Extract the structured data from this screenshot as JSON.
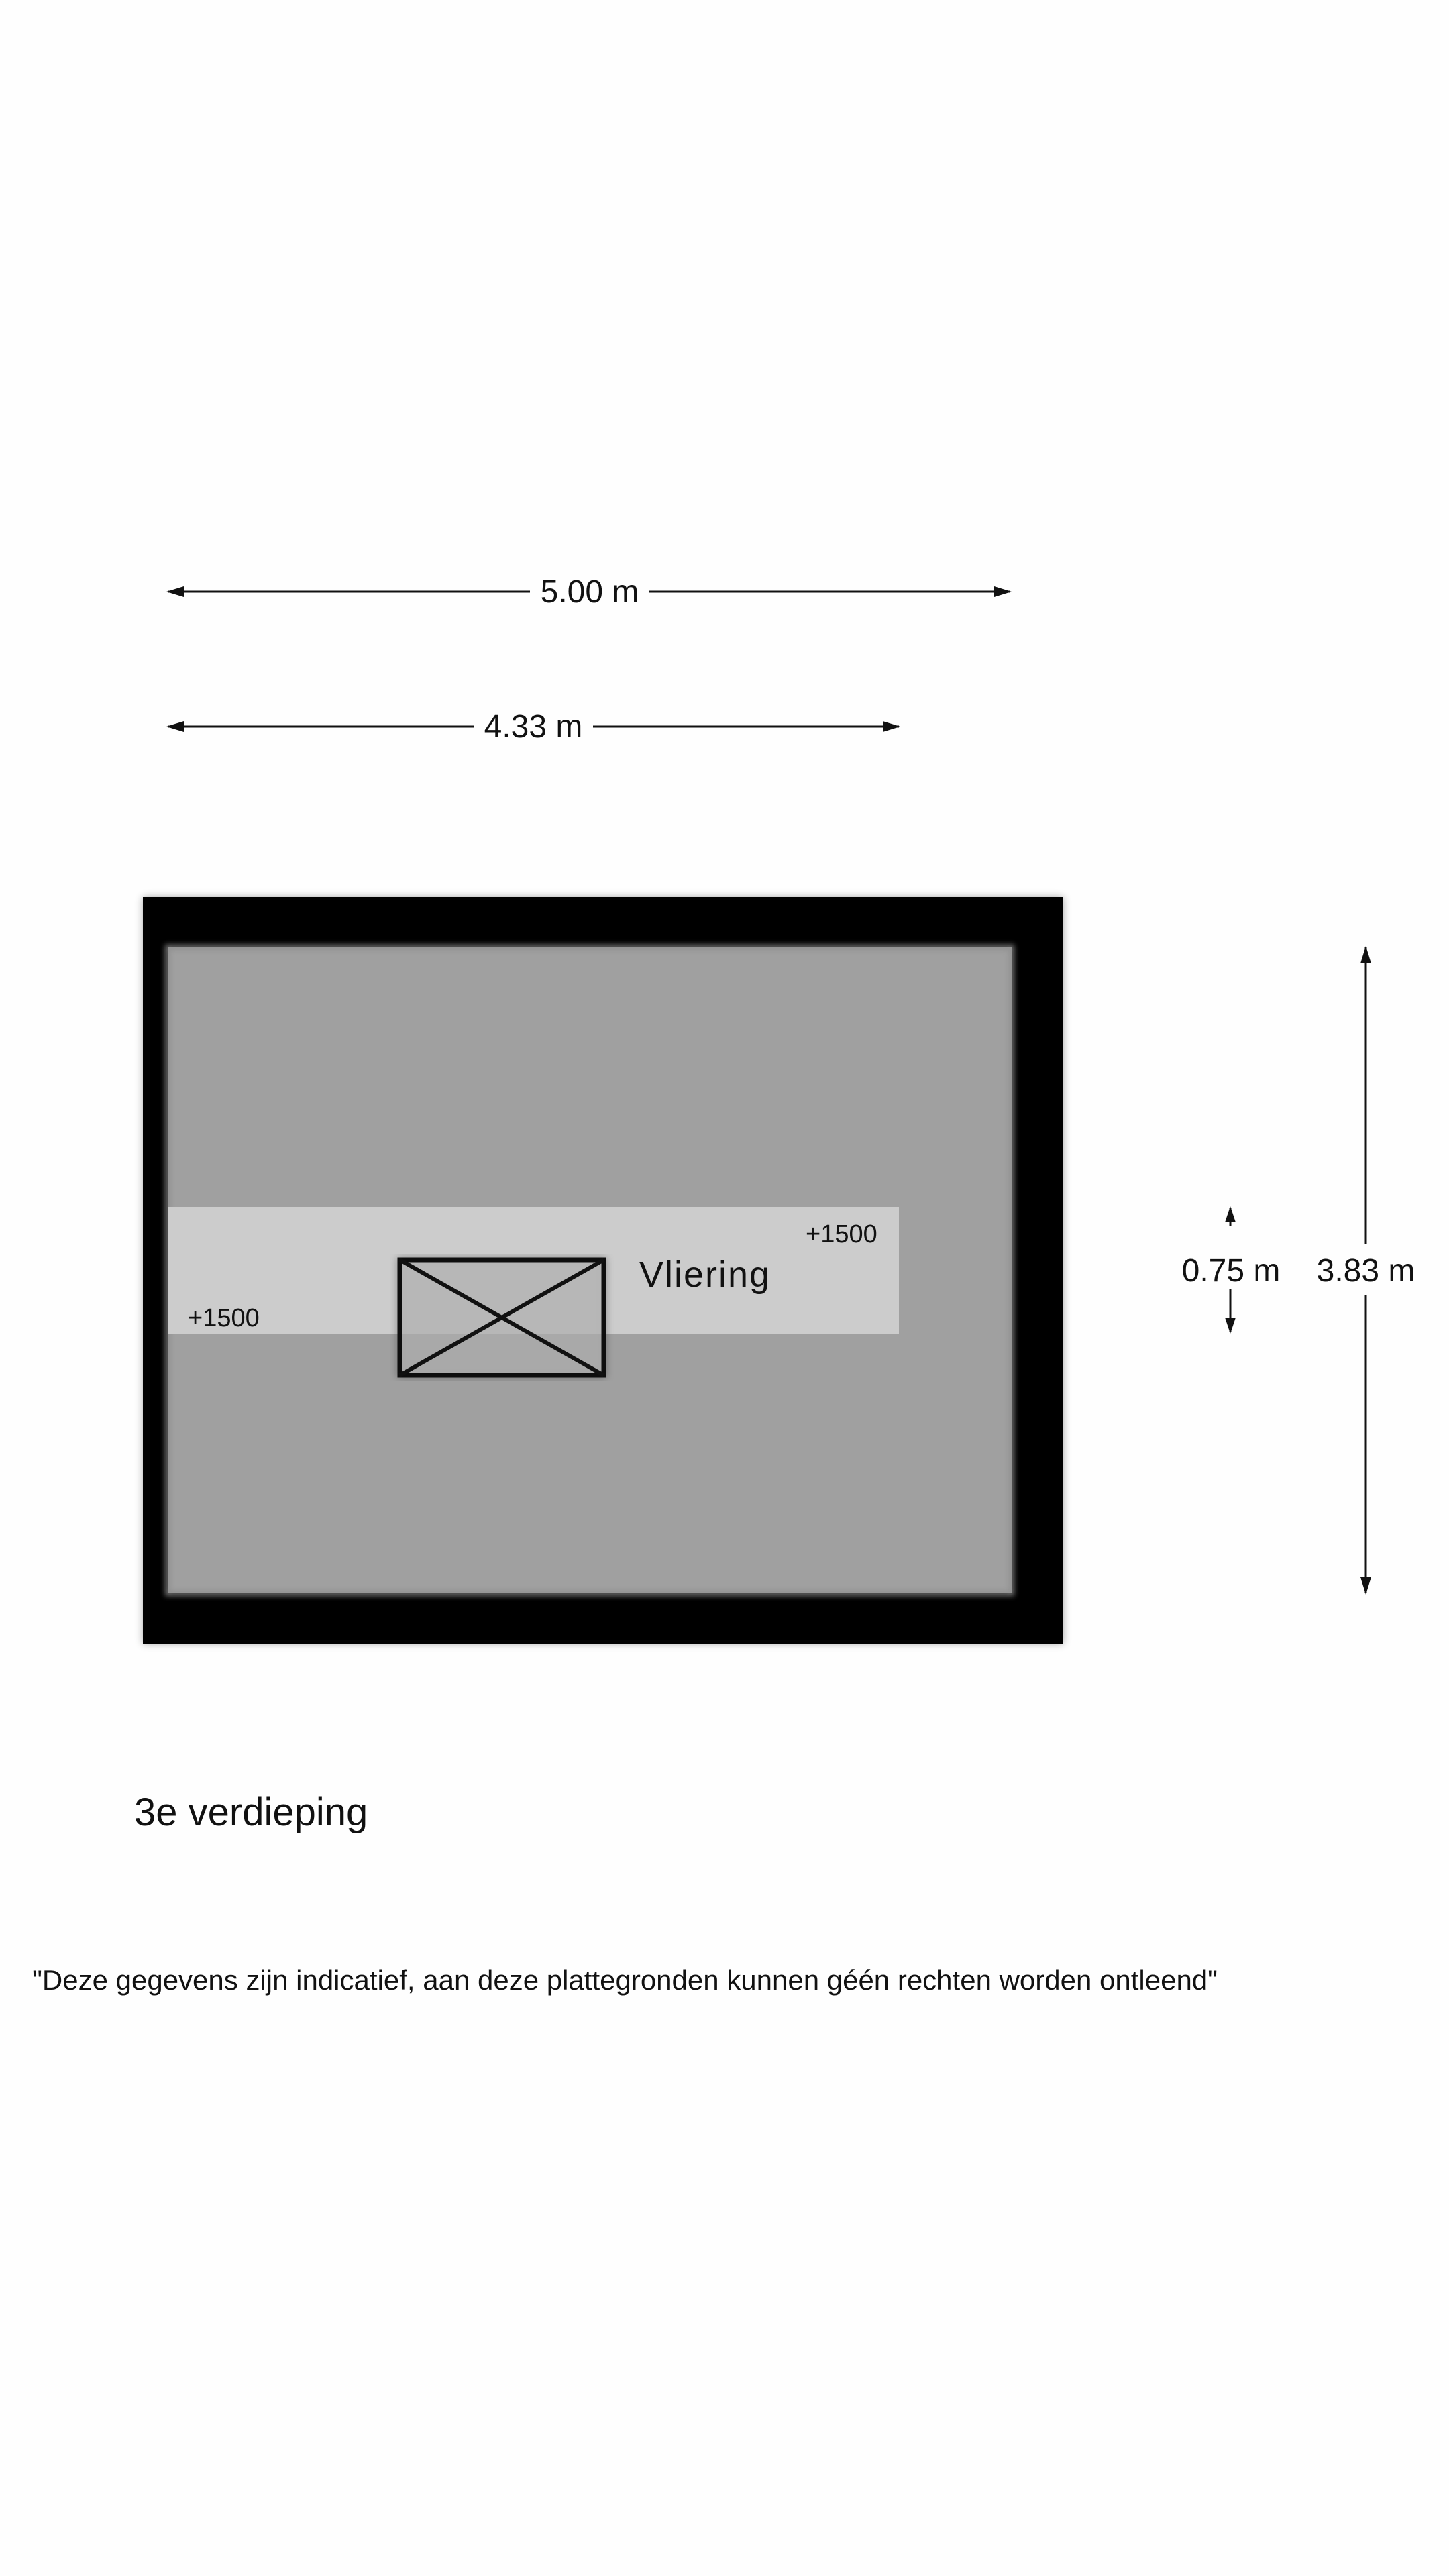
{
  "dimensions": {
    "outer_width": "5.00 m",
    "inner_width": "4.33 m",
    "height_total": "3.83 m",
    "strip_depth": "0.75 m"
  },
  "room": {
    "name": "Vliering",
    "level_right": "+1500",
    "level_left": "+1500"
  },
  "floor": {
    "label": "3e verdieping"
  },
  "disclaimer": "\"Deze gegevens zijn indicatief, aan deze plattegronden kunnen géén rechten worden ontleend\"",
  "colors": {
    "wall": "#000000",
    "floor": "#a0a0a0",
    "strip": "#cccccc",
    "background": "#fefefe"
  }
}
